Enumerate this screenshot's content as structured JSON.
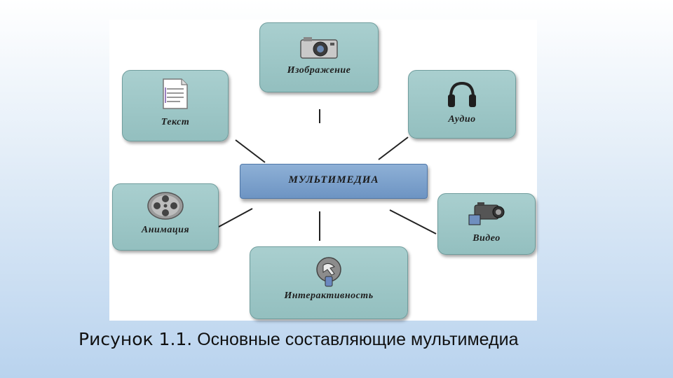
{
  "diagram": {
    "center": "МУЛЬТИМЕДИА",
    "nodes": {
      "image": "Изображение",
      "text": "Текст",
      "audio": "Аудио",
      "animation": "Анимация",
      "video": "Видео",
      "interactivity": "Интерактивность"
    },
    "icons": {
      "image": "camera-icon",
      "text": "document-icon",
      "audio": "headphones-icon",
      "animation": "film-reel-icon",
      "video": "video-camera-icon",
      "interactivity": "pointer-icon"
    }
  },
  "caption": {
    "lead": "Рисунок 1.1.",
    "text": " Основные составляющие мультимедиа"
  }
}
